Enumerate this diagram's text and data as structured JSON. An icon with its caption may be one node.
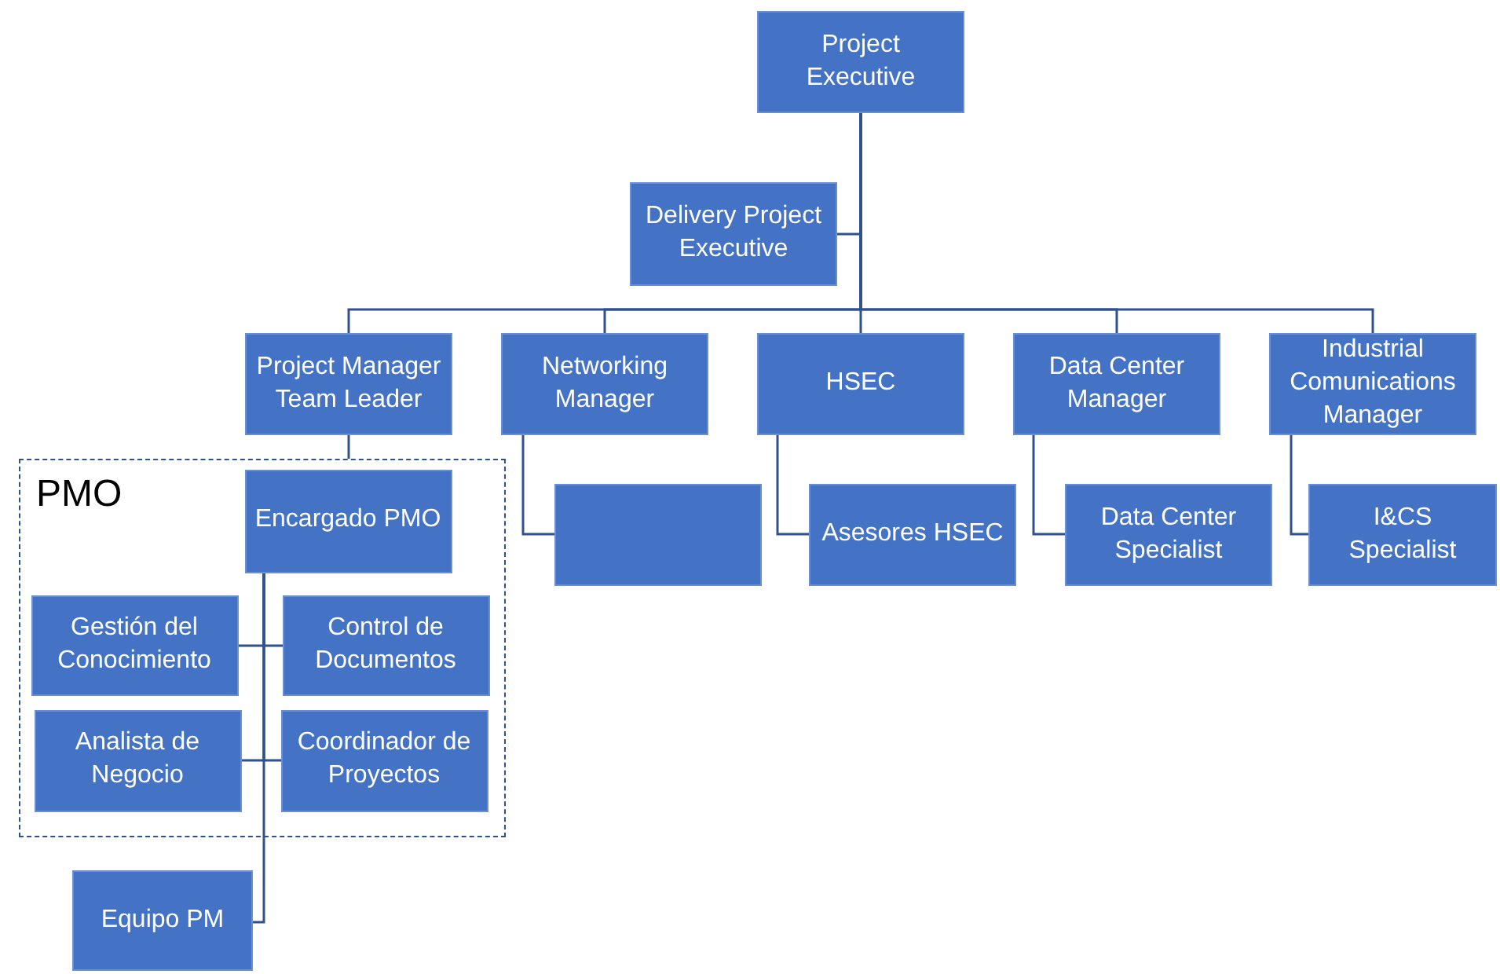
{
  "diagram": {
    "nodes": [
      {
        "text": [
          "Project Executive"
        ]
      },
      {
        "text": [
          "Delivery Project Executive"
        ]
      },
      {
        "text": [
          "Project Manager Team Leader"
        ]
      },
      {
        "text": [
          "Networking Manager"
        ]
      },
      {
        "text": [
          "HSEC"
        ]
      },
      {
        "text": [
          "Data Center Manager"
        ]
      },
      {
        "text": [
          "Industrial Comunications Manager"
        ]
      },
      {
        "text": [
          "PMO"
        ]
      },
      {
        "text": [
          "Encargado PMO"
        ],
        "in": 7
      },
      {
        "text": [
          "Gestión del Conocimiento"
        ],
        "in": 7
      },
      {
        "text": [
          "Control de Documentos"
        ],
        "in": 7
      },
      {
        "text": [
          "Analista de Negocio"
        ],
        "in": 7
      },
      {
        "text": [
          "Coordinador de Proyectos"
        ],
        "in": 7
      },
      {
        "text": [
          "Equipo PM"
        ]
      },
      {
        "text": [],
        "shape": "box"
      },
      {
        "text": [
          "Asesores HSEC"
        ]
      },
      {
        "text": [
          "Data Center Specialist"
        ]
      },
      {
        "text": [
          "I&CS Specialist"
        ]
      }
    ],
    "edges": [
      {
        "from": 0,
        "to": 1,
        "arrow": "none"
      },
      {
        "from": 0,
        "to": 2,
        "arrow": "none"
      },
      {
        "from": 0,
        "to": 3,
        "arrow": "none"
      },
      {
        "from": 0,
        "to": 4,
        "arrow": "none"
      },
      {
        "from": 0,
        "to": 5,
        "arrow": "none"
      },
      {
        "from": 0,
        "to": 6,
        "arrow": "none"
      },
      {
        "from": 2,
        "to": 7,
        "arrow": "none"
      },
      {
        "from": 8,
        "to": 9,
        "arrow": "none"
      },
      {
        "from": 8,
        "to": 10,
        "arrow": "none"
      },
      {
        "from": 8,
        "to": 11,
        "arrow": "none"
      },
      {
        "from": 8,
        "to": 12,
        "arrow": "none"
      },
      {
        "from": 8,
        "to": 13,
        "arrow": "none"
      },
      {
        "from": 3,
        "to": 14,
        "arrow": "none"
      },
      {
        "from": 4,
        "to": 15,
        "arrow": "none"
      },
      {
        "from": 5,
        "to": 16,
        "arrow": "none"
      },
      {
        "from": 6,
        "to": 17,
        "arrow": "none"
      }
    ]
  }
}
